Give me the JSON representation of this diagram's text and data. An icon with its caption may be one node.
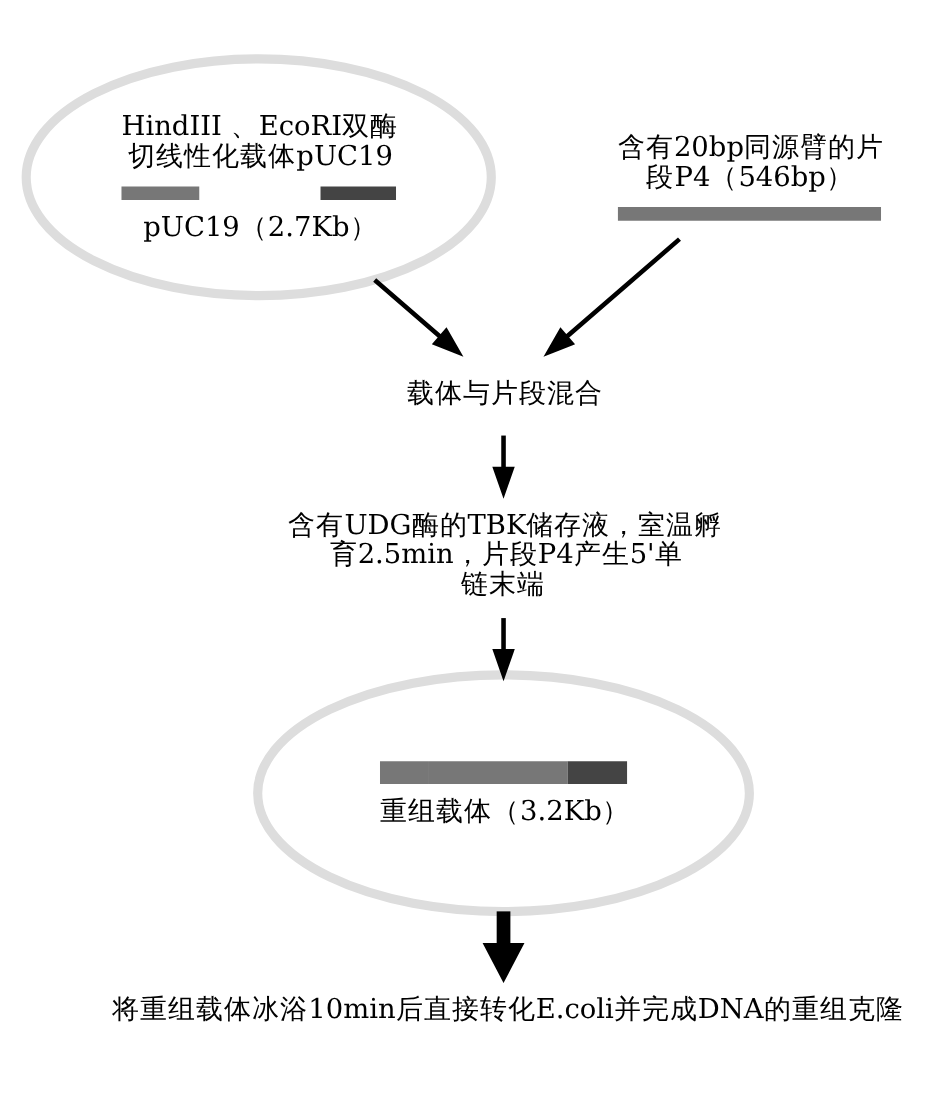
{
  "diagram": {
    "nodes": [
      {
        "text": [
          "HindIII 、EcoRI双酶切线性化载体pUC19",
          "pUC19（2.7Kb）"
        ]
      },
      {
        "text": [
          "含有20bp同源臂的片段P4（546bp）"
        ]
      },
      {
        "text": [
          "载体与片段混合"
        ]
      },
      {
        "text": [
          "含有UDG酶的TBK储存液，室温孵育2.5min，片段P4产生5'单链末端"
        ]
      },
      {
        "text": [
          "重组载体（3.2Kb）"
        ]
      },
      {
        "text": [
          "将重组载体冰浴10min后直接转化E.coli并完成DNA的重组克隆"
        ]
      }
    ],
    "edges": [
      {
        "from": 0,
        "to": 2,
        "arrow": "to"
      },
      {
        "from": 1,
        "to": 2,
        "arrow": "to"
      },
      {
        "from": 2,
        "to": 3,
        "arrow": "to"
      },
      {
        "from": 3,
        "to": 4,
        "arrow": "to"
      },
      {
        "from": 4,
        "to": 5,
        "arrow": "to",
        "style": "thick"
      }
    ]
  }
}
